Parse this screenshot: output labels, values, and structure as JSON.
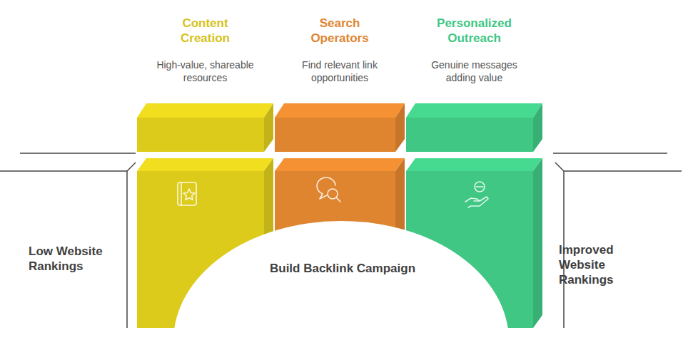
{
  "diagram": {
    "nodes": [
      {
        "text": [
          "Content Creation",
          "High-value, shareable resources"
        ]
      },
      {
        "text": [
          "Search Operators",
          "Find relevant link opportunities"
        ]
      },
      {
        "text": [
          "Personalized Outreach",
          "Genuine messages adding value"
        ]
      }
    ],
    "labels": [
      "Low Website Rankings",
      "Build Backlink Campaign",
      "Improved Website Rankings"
    ]
  }
}
